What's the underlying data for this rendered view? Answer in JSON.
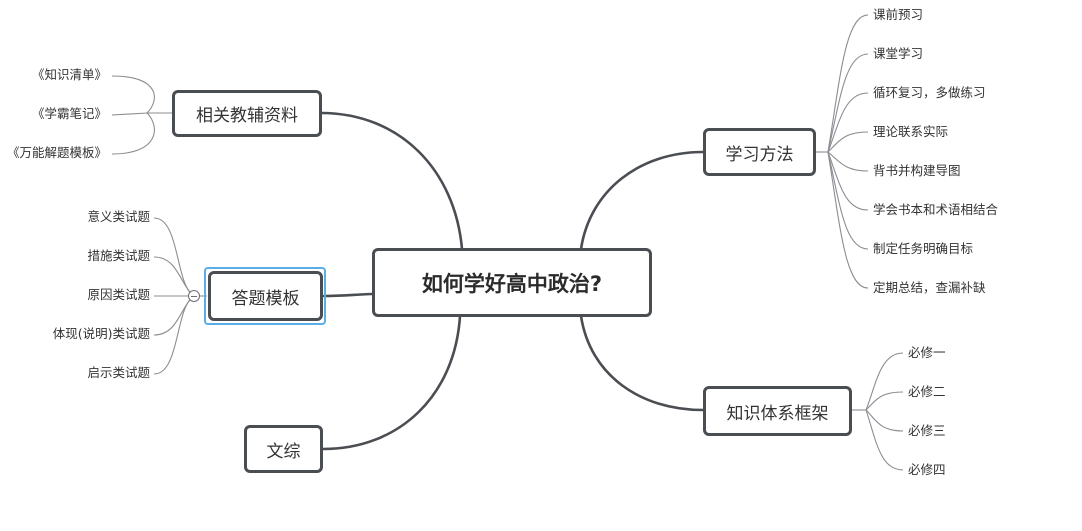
{
  "root": {
    "label": "如何学好高中政治?"
  },
  "branches": {
    "materials": {
      "label": "相关教辅资料",
      "items": [
        "《知识清单》",
        "《学霸笔记》",
        "《万能解题模板》"
      ]
    },
    "templates": {
      "label": "答题模板",
      "items": [
        "意义类试题",
        "措施类试题",
        "原因类试题",
        "体现(说明)类试题",
        "启示类试题"
      ]
    },
    "wenzong": {
      "label": "文综"
    },
    "methods": {
      "label": "学习方法",
      "items": [
        "课前预习",
        "课堂学习",
        "循环复习，多做练习",
        "理论联系实际",
        "背书并构建导图",
        "学会书本和术语相结合",
        "制定任务明确目标",
        "定期总结，查漏补缺"
      ]
    },
    "framework": {
      "label": "知识体系框架",
      "items": [
        "必修一",
        "必修二",
        "必修三",
        "必修四"
      ]
    }
  },
  "colors": {
    "line": "#4a4d52",
    "leaf_line": "#8a8d92",
    "selection": "#5aaee6"
  }
}
